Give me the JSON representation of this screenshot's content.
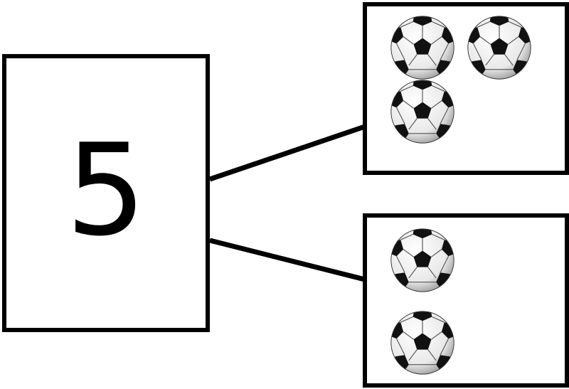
{
  "whole": {
    "value": "5"
  },
  "parts": [
    {
      "count": 3,
      "item_icon": "soccer-ball-icon"
    },
    {
      "count": 2,
      "item_icon": "soccer-ball-icon"
    }
  ],
  "colors": {
    "outline": "#000000",
    "background": "#ffffff",
    "ball_white": "#ffffff",
    "ball_black": "#111111"
  }
}
